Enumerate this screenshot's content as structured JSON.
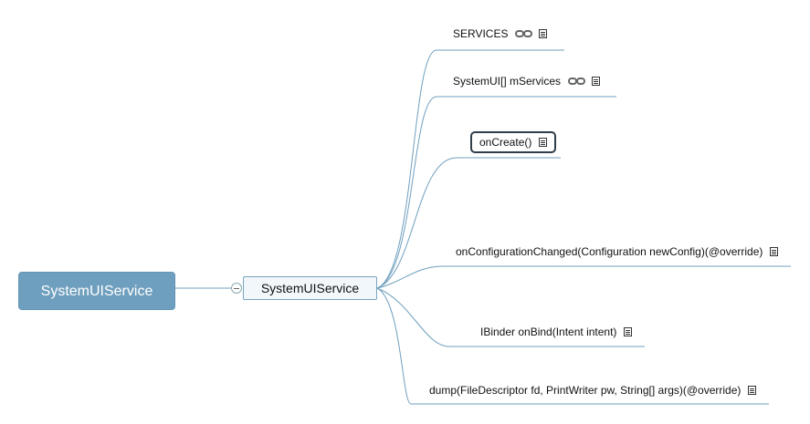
{
  "root": {
    "label": "SystemUIService"
  },
  "main": {
    "label": "SystemUIService"
  },
  "children": [
    {
      "label": "SERVICES",
      "icons": [
        "link-icon",
        "note-icon"
      ]
    },
    {
      "label": "SystemUI[] mServices",
      "icons": [
        "link-icon",
        "note-icon"
      ]
    },
    {
      "label": "onCreate()",
      "icons": [
        "note-icon"
      ],
      "selected": true
    },
    {
      "label": "onConfigurationChanged(Configuration newConfig)(@override)",
      "icons": [
        "note-icon"
      ]
    },
    {
      "label": "IBinder onBind(Intent intent)",
      "icons": [
        "note-icon"
      ]
    },
    {
      "label": "dump(FileDescriptor fd, PrintWriter pw, String[] args)(@override)",
      "icons": [
        "note-icon"
      ]
    }
  ],
  "colors": {
    "root_fill": "#6f9fbe",
    "line": "#6f9fbe",
    "main_fill": "#f1f7fb",
    "selected_border": "#2f3e4a"
  }
}
